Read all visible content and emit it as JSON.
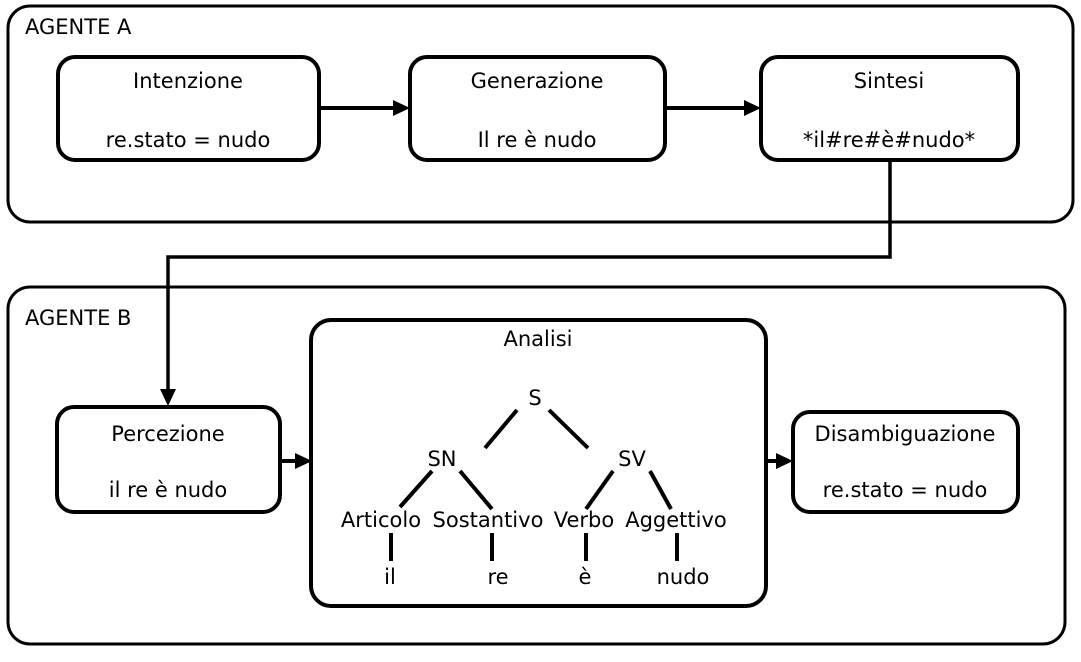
{
  "diagram": {
    "colors": {
      "line": "#000000",
      "background": "#ffffff"
    },
    "agent_a": {
      "label": "AGENTE A",
      "boxes": [
        {
          "title": "Intenzione",
          "value": "re.stato = nudo"
        },
        {
          "title": "Generazione",
          "value": "Il re è nudo"
        },
        {
          "title": "Sintesi",
          "value": "*il#re#è#nudo*"
        }
      ]
    },
    "agent_b": {
      "label": "AGENTE B",
      "boxes": [
        {
          "title": "Percezione",
          "value": "il re è nudo"
        },
        {
          "title": "Disambiguazione",
          "value": "re.stato = nudo"
        }
      ],
      "analisi": {
        "title": "Analisi",
        "tree": {
          "root": "S",
          "phrases": [
            "SN",
            "SV"
          ],
          "categories": [
            "Articolo",
            "Sostantivo",
            "Verbo",
            "Aggettivo"
          ],
          "terminals": [
            "il",
            "re",
            "è",
            "nudo"
          ]
        }
      }
    }
  }
}
